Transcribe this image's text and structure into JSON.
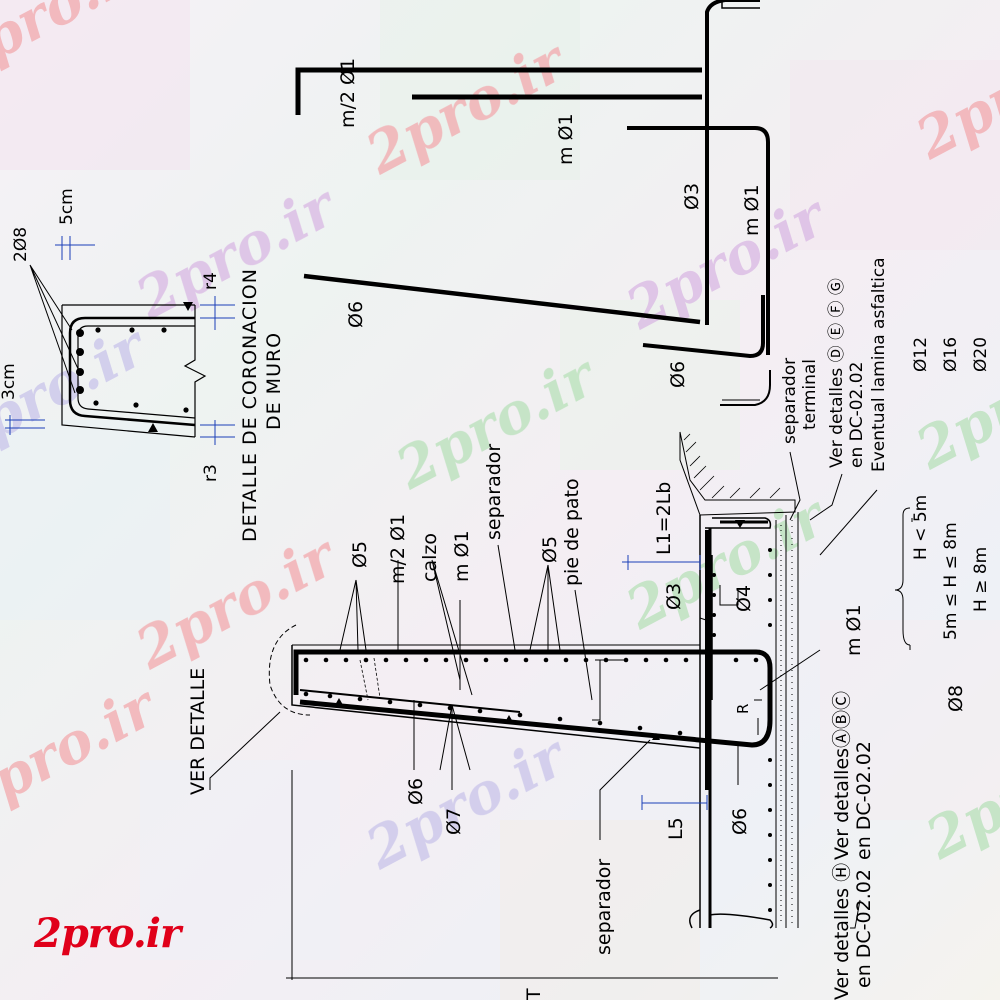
{
  "watermark": {
    "text": "2pro.ir",
    "color": "#f2a9ad"
  },
  "brand_logo": {
    "text": "2pro.ir",
    "color": "#e0001a"
  },
  "coronacion": {
    "title_line1": "DETALLE  DE  CORONACION",
    "title_line2": "DE  MURO",
    "bar_label": "2Ø8",
    "dim_5cm": "5cm",
    "dim_3cm": "3cm",
    "dim_r4": "r4",
    "dim_r3": "r3"
  },
  "top_section": {
    "m2_phi1": "m/2 Ø1",
    "m_phi1_a": "m Ø1",
    "m_phi1_b": "m Ø1",
    "phi3": "Ø3",
    "phi6_a": "Ø6",
    "phi6_b": "Ø6"
  },
  "right_notes": {
    "ver_detalles_def": "Ver detalles Ⓓ Ⓔ Ⓕ Ⓖ",
    "en_dc": "en DC-02.02",
    "eventual": "Eventual lamina asfaltica",
    "separador_terminal_1": "separador",
    "separador_terminal_2": "terminal",
    "phi12": "Ø12",
    "phi16": "Ø16",
    "phi20": "Ø20",
    "h1": "H < 5m",
    "h2": "5m ≤ H ≤ 8m",
    "h3": "H ≥ 8m",
    "phi8": "Ø8",
    "m_phi1": "m Ø1"
  },
  "footing": {
    "ver_detalle": "VER DETALLE",
    "phi5_a": "Ø5",
    "m2_phi1": "m/2 Ø1",
    "calzo": "calzo",
    "m_phi1": "m Ø1",
    "separador_top": "separador",
    "phi5_b": "Ø5",
    "pie_de_pato": "pie de pato",
    "l1": "L1=2Lb",
    "phi3": "Ø3",
    "phi4": "Ø4",
    "r": "R",
    "phi6_a": "Ø6",
    "phi7": "Ø7",
    "phi6_b": "Ø6",
    "l5": "L5",
    "separador_bottom": "separador",
    "ver_detalles_abc": "Ver detallesⒶⒷⒸ",
    "en_dc_a": "en DC-02.02",
    "ver_detalles_h": "Ver detalles Ⓗ",
    "en_dc_b": "en DC-02.02",
    "t": "T"
  }
}
